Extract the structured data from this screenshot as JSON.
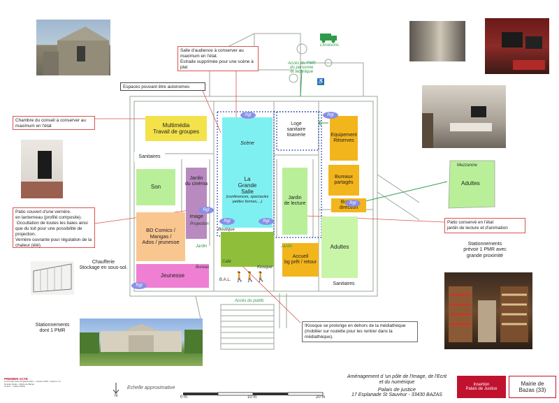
{
  "rooms": {
    "multimedia": "Multimédia\nTravail de groupes",
    "sanitaires_left": "Sanitaires",
    "jardin_cinema": "Jardin\ndu cinéma",
    "image": "Image",
    "projection": "Projection",
    "son": "Son",
    "bd_comics": "BD Comics /\nMangas /\nAdos / jeunesse",
    "jeunesse": "Jeunesse",
    "bureau_left": "Bureau",
    "scene": "Scène",
    "grande_salle": "La\nGrande\nSalle",
    "grande_salle_sub": "(conférences, spectacles\npetites formes,...)",
    "boutique": "Boutique",
    "cafe": "Café",
    "kiosque": "Kiosque",
    "bal": "B.A.L.",
    "loge": "Loge\nsanitaire\ntisanerie",
    "jardin_lecture": "Jardin\nde lecture",
    "equipement": "Equipement\nRéserves",
    "bureaux_partages": "Bureaux\npartagés",
    "bureau_direction": "Bureau\ndirection",
    "adultes": "Adultes",
    "accueil": "Accueil\nbg prêt / retour",
    "sanitaires_right": "Sanitaires",
    "mezzanine": "Mezzanine",
    "mezzanine_adultes": "Adultes",
    "rgt": "Rgt",
    "livraisons": "Livraisons",
    "acces_pmr": "Accès du PMR\ndu personne\net technique",
    "acces_public": "Accès du public",
    "jardin_small": "Jardin",
    "jardin_small2": "Jardin"
  },
  "callouts": {
    "salle_audience": "Salle d'audience à conserver au maximum en l'état.\nEstrade supprimée pour une scène à plat",
    "espaces_autonomes": "Espaces pouvant être autonomes",
    "chambre_conseil": "Chambre du conseil à conserver au maximum en l'état",
    "patio_couvert": "Patio couvert d'une verrière.\nen lanterneau (profilé composite).\n Occultation de toutes les baies ainsi que du toit pour une possibilité de projection.\nVerrière ouvrante pour régulation de la chaleur (été).",
    "patio_conserve": "Patio conservé en l'état\njardin de lecture et d'animation",
    "kiosque_note": "!Kiosque se prolonge en dehors de la médiathèque (mobilier sur roulette pour les rentrer dans la médiathèque)."
  },
  "notes": {
    "chaufferie": "Chaufferie\nStockage en sous-sol.",
    "stationnements_left": "Stationnements\ndont 1 PMR",
    "stationnements_right": "Stationnements\nprévoir 1 PMR avec\ngrande proximité"
  },
  "scale": {
    "label": "Echelle approximative",
    "north": "N",
    "ticks": [
      "0 m",
      "10 m",
      "20 m"
    ]
  },
  "title_block": {
    "project": "Aménagement d 'un pôle de l'Image, de l'Ecrit\net du numérique",
    "building": "Palais de justice",
    "address": "17 Esplanade St Sauveur - 33430 BAZAS",
    "insertion": "Insertion\nPalais de Justice",
    "client": "Mairie de\nBazas (33)"
  },
  "logo": {
    "name": "PREMIER ACTE",
    "lines": "Le Premier Acte Programmation - octobre 2015 - Version 1.0\nDossier Etude - Mairie de Bazas\n(A.M.O. - Atelier MNS)"
  },
  "colors": {
    "yellow": "#f3e24a",
    "grey": "#bdbdbd",
    "purple": "#b98ac0",
    "lightgreen": "#b9ef99",
    "orange": "#f9c68f",
    "pink": "#ef7fd3",
    "cyan": "#7ff0f2",
    "olive": "#8fbf3a",
    "gold": "#f3b51c",
    "mint": "#c8f5a8",
    "red": "#c0122e",
    "callout_border": "#d9534f",
    "rgt": "#8a8fe6"
  }
}
